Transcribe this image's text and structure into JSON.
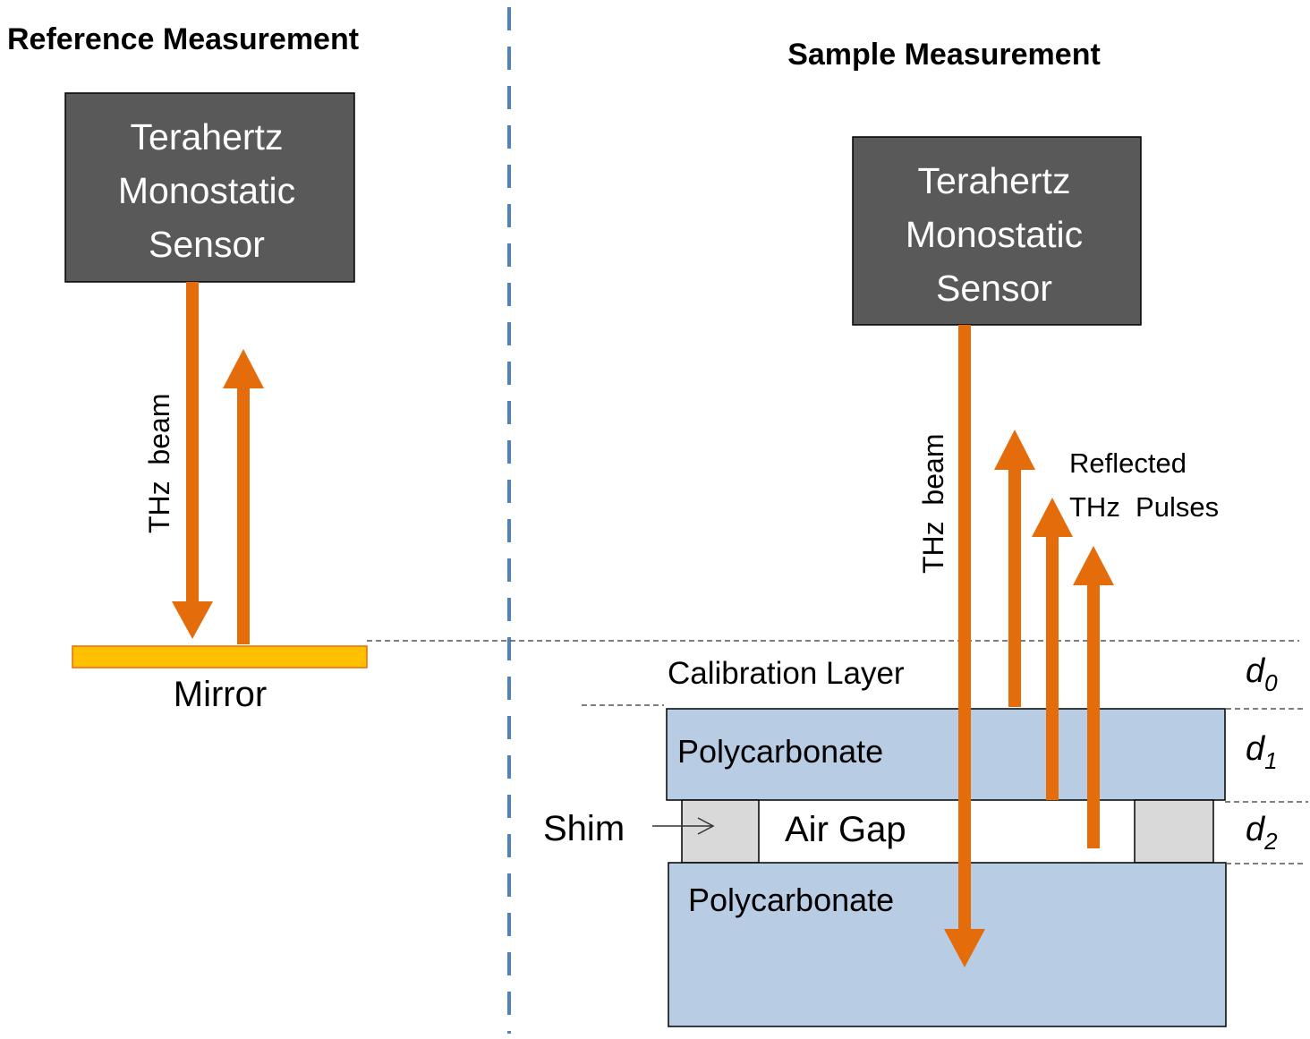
{
  "left_panel": {
    "title": "Reference Measurement",
    "sensor_lines": [
      "Terahertz",
      "Monostatic",
      "Sensor"
    ],
    "beam_label": "THz  beam",
    "mirror_label": "Mirror"
  },
  "right_panel": {
    "title": "Sample Measurement",
    "sensor_lines": [
      "Terahertz",
      "Monostatic",
      "Sensor"
    ],
    "beam_label": "THz  beam",
    "reflected_lines": [
      "Reflected",
      "THz  Pulses"
    ],
    "calibration_label": "Calibration Layer",
    "top_layer_label": "Polycarbonate",
    "air_gap_label": "Air Gap",
    "bottom_layer_label": "Polycarbonate",
    "shim_label": "Shim",
    "thickness_labels": [
      {
        "symbol": "d",
        "sub": "0"
      },
      {
        "symbol": "d",
        "sub": "1"
      },
      {
        "symbol": "d",
        "sub": "2"
      }
    ]
  },
  "colors": {
    "sensor_fill": "#595959",
    "sensor_text": "#ffffff",
    "beam": "#e46c0a",
    "mirror_fill": "#ffc000",
    "polycarbonate_fill": "#b8cce4",
    "shim_fill": "#d9d9d9",
    "divider": "#4f81bd",
    "text": "#000000"
  }
}
